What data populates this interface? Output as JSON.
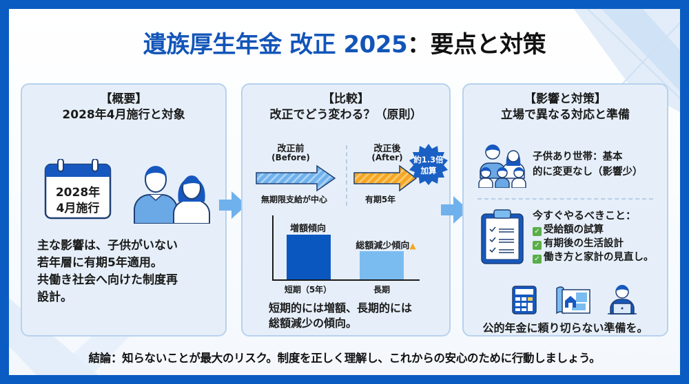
{
  "title": {
    "blue_part": "遺族厚生年金 改正 2025",
    "dark_part": "：要点と対策"
  },
  "colors": {
    "frame_blue": "#0b5cc2",
    "title_blue": "#1255b8",
    "panel_bg": "#e6eff9",
    "panel_border": "#b7d1ee",
    "accent_light_blue": "#6fb1ec",
    "bar_dark": "#0b57c0",
    "bar_light": "#7bbcf0",
    "orange": "#f5a623",
    "check_green": "#5aae49",
    "badge_blue": "#1a5fc4"
  },
  "panels": [
    {
      "heading_line1": "【概要】",
      "heading_line2": "2028年4月施行と対象",
      "calendar": {
        "line1": "2028年",
        "line2": "4月施行",
        "icon": "calendar-icon"
      },
      "people_icon": "couple-icon",
      "body_lines": [
        "主な影響は、子供がいない",
        "若年層に有期5年適用。",
        "共働き社会へ向けた制度再",
        "設計。"
      ]
    },
    {
      "heading_line1": "【比較】",
      "heading_line2": "改正でどう変わる？（原則）",
      "before": {
        "label": "改正前",
        "sub": "(Before)",
        "caption": "無期限支給が中心"
      },
      "after": {
        "label": "改正後",
        "sub": "(After)",
        "caption": "有期5年",
        "badge_line1": "約1.3倍",
        "badge_line2": "加算"
      },
      "chart_labels": {
        "bar1_annotation": "増額傾向",
        "bar2_annotation": "総額減少傾向",
        "warning_icon": "warning-icon"
      },
      "body_lines": [
        "短期的には増額、長期的には",
        "総額減少の傾向。"
      ]
    },
    {
      "heading_line1": "【影響と対策】",
      "heading_line2": "立場で異なる対応と準備",
      "family": {
        "icon": "family-icon",
        "line1": "子供あり世帯：基本",
        "line2": "的に変更なし（影響少）"
      },
      "todo": {
        "icon": "clipboard-checklist-icon",
        "heading": "今すぐやるべきこと：",
        "items": [
          "受給額の試算",
          "有期後の生活設計",
          "働き方と家計の見直し。"
        ]
      },
      "bottom_icons": [
        "calculator-icon",
        "house-plan-icon",
        "person-laptop-icon"
      ],
      "footer": "公的年金に頼り切らない準備を。"
    }
  ],
  "chart_data": {
    "type": "bar",
    "title": "",
    "categories": [
      "短期（5年）",
      "長期"
    ],
    "values": [
      100,
      58
    ],
    "annotations": [
      "増額傾向",
      "総額減少傾向 ⚠"
    ],
    "xlabel": "",
    "ylabel": "",
    "ylim": [
      0,
      120
    ],
    "grid": false,
    "legend": null,
    "note": "Relative illustrative heights; no numeric axis shown"
  },
  "conclusion": "結論：知らないことが最大のリスク。制度を正しく理解し、これからの安心のために行動しましょう。"
}
